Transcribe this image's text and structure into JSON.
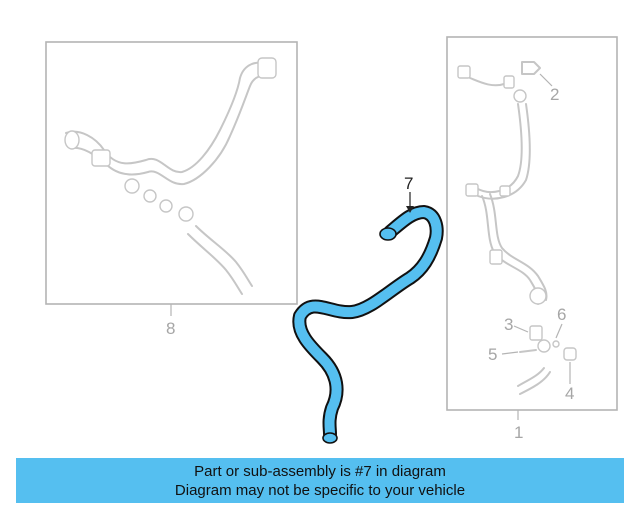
{
  "colors": {
    "highlight": "#55bff0",
    "outline": "#111111",
    "ghost": "#c6c6c6",
    "frame": "#b4b4b4"
  },
  "callouts": {
    "part1": "1",
    "part2": "2",
    "part3": "3",
    "part4": "4",
    "part5": "5",
    "part6": "6",
    "part7": "7",
    "part8": "8"
  },
  "banner": {
    "line1": "Part or sub-assembly is #7 in diagram",
    "line2": "Diagram may not be specific to your vehicle"
  }
}
